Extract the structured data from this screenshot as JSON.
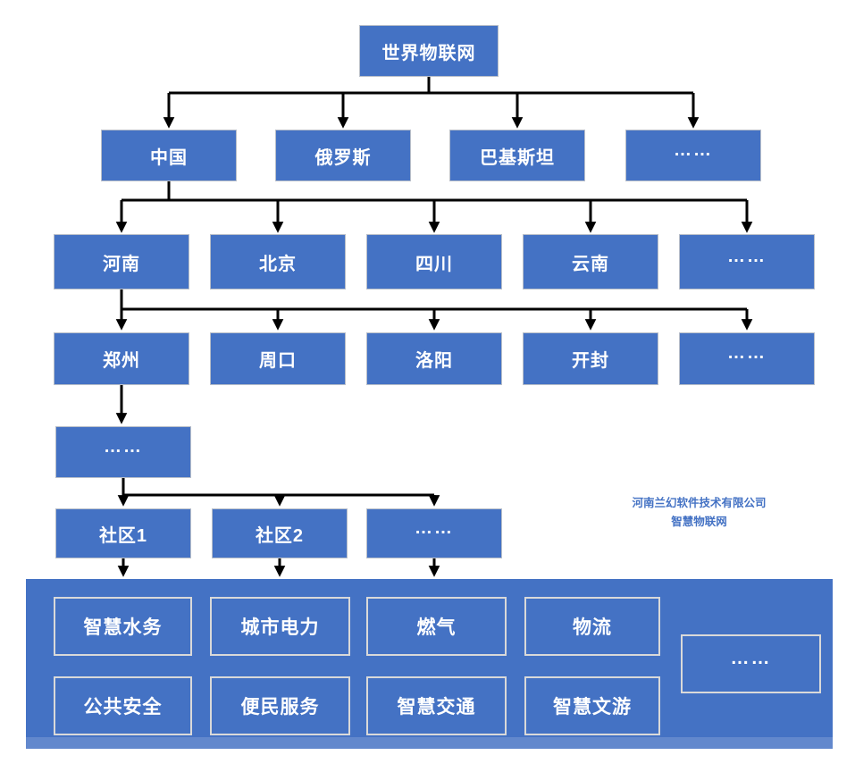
{
  "colors": {
    "node_fill": "#4472C4",
    "node_border": "#B9BFC9",
    "node_text": "#FFFFFF",
    "connector": "#000000",
    "platform_fill": "#4472C4",
    "service_border": "#D9D9D9",
    "watermark_text": "#4472C4"
  },
  "nodes": {
    "root": "世界物联网",
    "countries": [
      "中国",
      "俄罗斯",
      "巴基斯坦",
      "……"
    ],
    "provinces": [
      "河南",
      "北京",
      "四川",
      "云南",
      "……"
    ],
    "cities": [
      "郑州",
      "周口",
      "洛阳",
      "开封",
      "……"
    ],
    "districts_more": "……",
    "communities": [
      "社区1",
      "社区2",
      "……"
    ]
  },
  "services": {
    "row1": [
      "智慧水务",
      "城市电力",
      "燃气",
      "物流"
    ],
    "row2": [
      "公共安全",
      "便民服务",
      "智慧交通",
      "智慧文游"
    ],
    "more": "……"
  },
  "watermark": {
    "company": "河南兰幻软件技术有限公司",
    "product": "智慧物联网"
  }
}
